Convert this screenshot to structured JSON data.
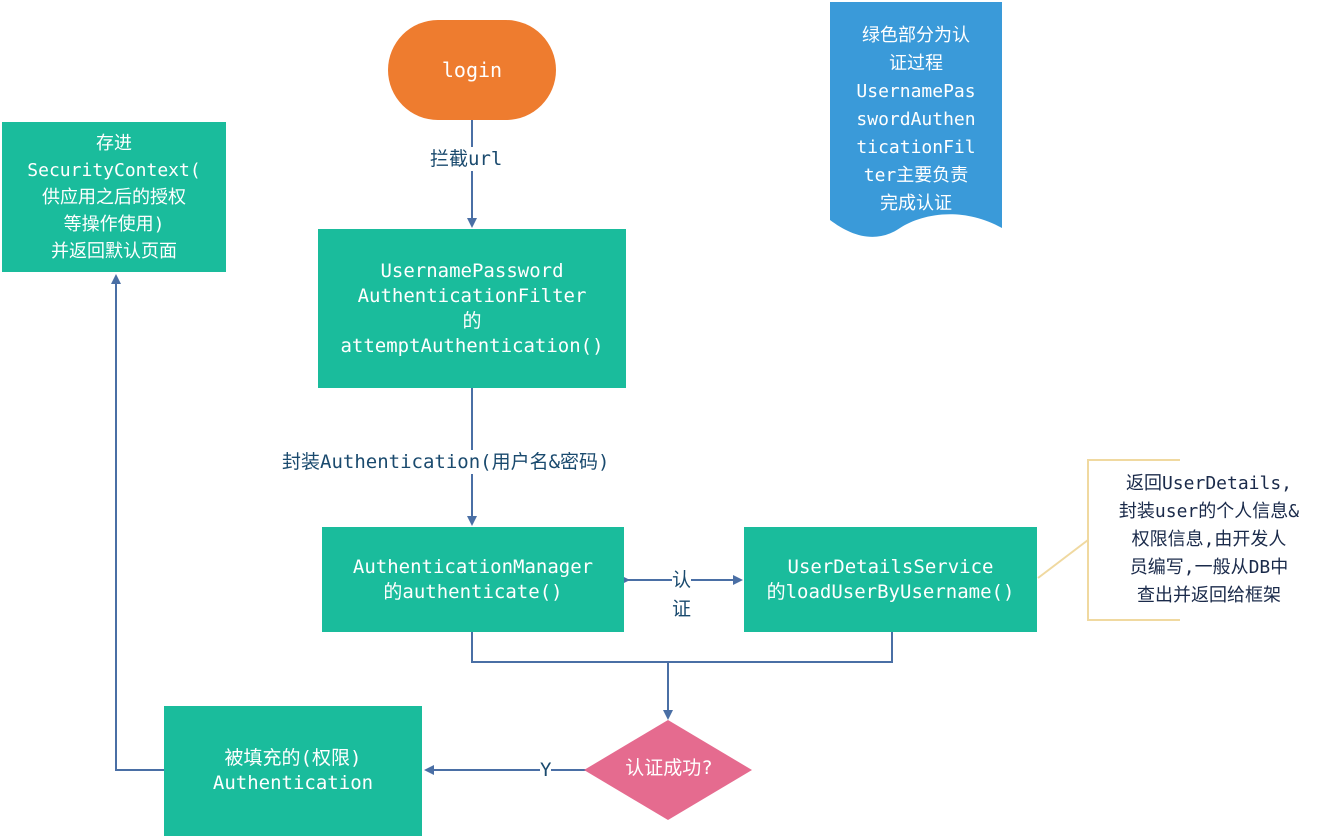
{
  "colors": {
    "box": "#1abc9c",
    "login": "#ee7c2f",
    "note": "#3a9ad9",
    "decision": "#e56b8f",
    "line": "#4a6fa5",
    "callout": "#f0d9a0"
  },
  "start": {
    "label": "login"
  },
  "note": {
    "lines": [
      "绿色部分为认",
      "证过程",
      "UsernamePas",
      "swordAuthen",
      "ticationFil",
      "ter主要负责",
      "完成认证"
    ]
  },
  "filter_box": {
    "lines": [
      "UsernamePassword",
      "AuthenticationFilter",
      "的",
      "attemptAuthentication()"
    ]
  },
  "manager_box": {
    "lines": [
      "AuthenticationManager",
      "的authenticate()"
    ]
  },
  "service_box": {
    "lines": [
      "UserDetailsService",
      "的loadUserByUsername()"
    ]
  },
  "context_box": {
    "lines": [
      "存进",
      "SecurityContext(",
      "供应用之后的授权",
      "等操作使用)",
      "并返回默认页面"
    ]
  },
  "filled_box": {
    "lines": [
      "被填充的(权限)",
      "Authentication"
    ]
  },
  "decision": {
    "label": "认证成功?"
  },
  "edges": {
    "intercept": "拦截url",
    "wrap": "封装Authentication(用户名&密码)",
    "auth_top": "认",
    "auth_bottom": "证",
    "yes": "Y"
  },
  "callout": {
    "lines": [
      "返回UserDetails,",
      "封装user的个人信息&",
      "权限信息,由开发人",
      "员编写,一般从DB中",
      "查出并返回给框架"
    ]
  }
}
